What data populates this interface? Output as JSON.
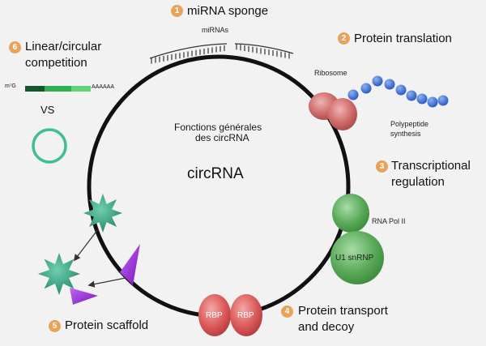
{
  "labels": {
    "item1_num": "1",
    "item1_text": "miRNA sponge",
    "item2_num": "2",
    "item2_text": "Protein translation",
    "item3_num": "3",
    "item3_text_1": "Transcriptional",
    "item3_text_2": "regulation",
    "item4_num": "4",
    "item4_text_1": "Protein transport",
    "item4_text_2": "and decoy",
    "item5_num": "5",
    "item5_text": "Protein scaffold",
    "item6_num": "6",
    "item6_text_1": "Linear/circular",
    "item6_text_2": "competition",
    "mirnas": "miRNAs",
    "ribosome": "Ribosome",
    "polypeptide_1": "Polypeptide",
    "polypeptide_2": "synthesis",
    "rna_pol": "RNA Pol II",
    "u1": "U1 snRNP",
    "rbp_left": "RBP",
    "rbp_right": "RBP",
    "vs": "VS",
    "m7g": "m⁷G",
    "polya": "AAAAAA",
    "center": "circRNA",
    "overlay_1": "Fonctions générales",
    "overlay_2": "des circRNA"
  },
  "colors": {
    "number_badge": "#e8a25a",
    "ring": "#111111",
    "ribosome": "#d06565",
    "polypeptide": "#3a6fd0",
    "rna_pol": "#5aaa5a",
    "rbp": "#e04848",
    "star": "#2e9e7e",
    "triangle": "#9a2bd8",
    "linear_rna": "#2ea84a",
    "circle_rna": "#3fbf8f"
  }
}
